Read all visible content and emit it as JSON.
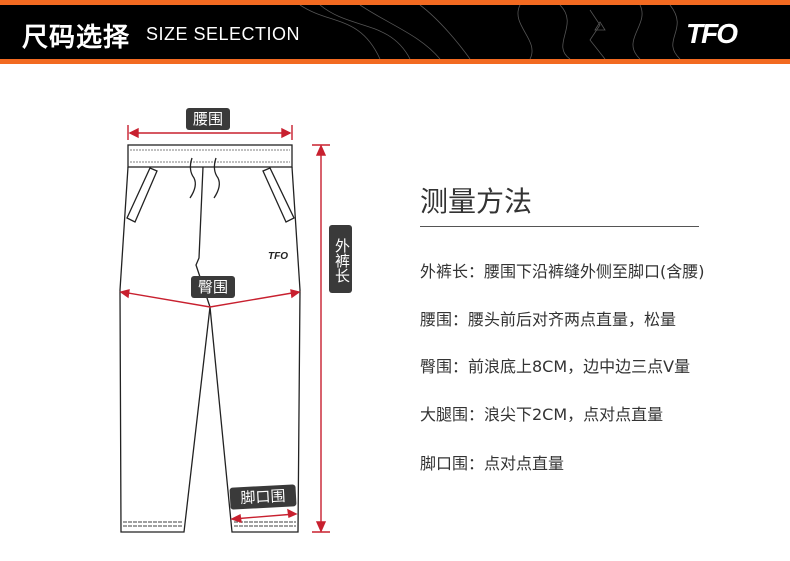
{
  "header": {
    "title_cn": "尺码选择",
    "title_en": "SIZE SELECTION",
    "logo": "TFO",
    "accent": "#f26a21"
  },
  "diagram": {
    "waist": "腰围",
    "hip": "臀围",
    "length": "外裤长",
    "ankle": "脚口围",
    "logo": "TFO",
    "arrow_color": "#c8202f"
  },
  "method": {
    "title": "测量方法",
    "rows": [
      "外裤长：腰围下沿裤缝外侧至脚口(含腰)",
      "腰围：腰头前后对齐两点直量，松量",
      "臀围：前浪底上8CM，边中边三点V量",
      "大腿围：浪尖下2CM，点对点直量",
      "脚口围：点对点直量"
    ]
  }
}
